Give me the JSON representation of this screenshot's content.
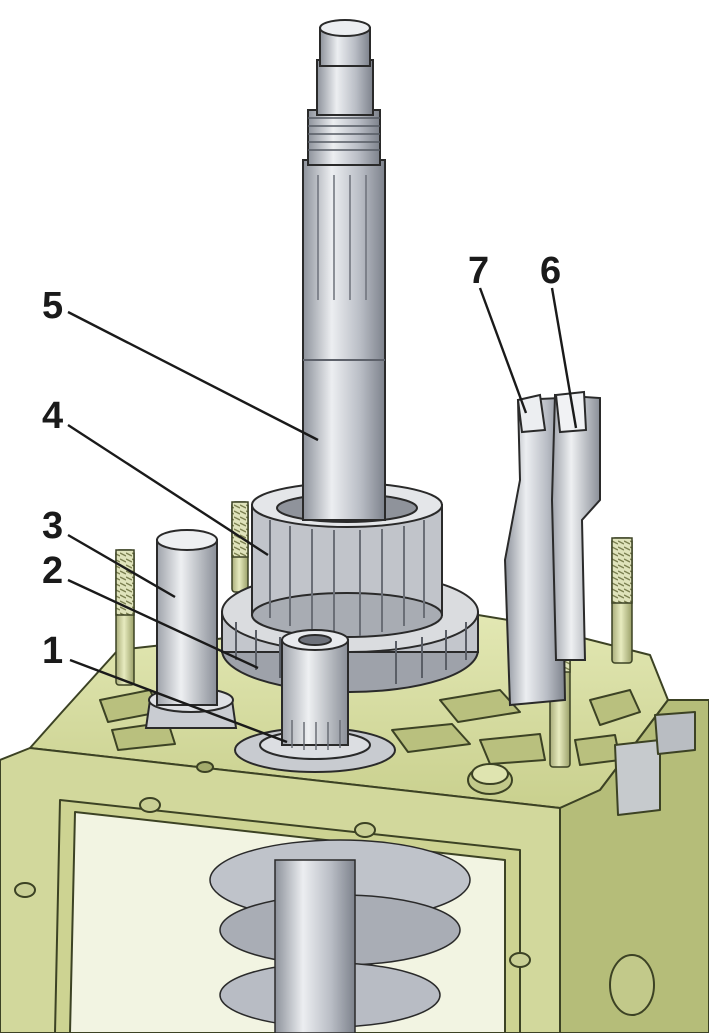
{
  "callouts": [
    {
      "id": "1",
      "label": "1"
    },
    {
      "id": "2",
      "label": "2"
    },
    {
      "id": "3",
      "label": "3"
    },
    {
      "id": "4",
      "label": "4"
    },
    {
      "id": "5",
      "label": "5"
    },
    {
      "id": "6",
      "label": "6"
    },
    {
      "id": "7",
      "label": "7"
    }
  ],
  "colors": {
    "housing": "#d9dea6",
    "housing_dark": "#9aa468",
    "housing_outline": "#3c4224",
    "steel_light": "#e6e8ec",
    "steel_mid": "#b8bcc4",
    "steel_dark": "#7f848e",
    "outline": "#2a2a2a"
  }
}
